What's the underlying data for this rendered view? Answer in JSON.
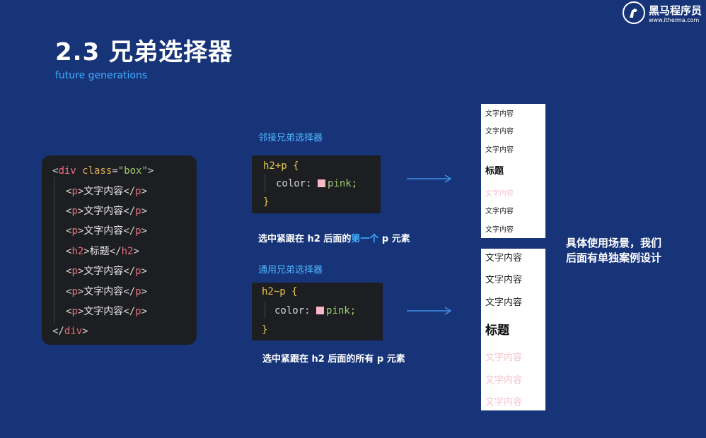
{
  "header": {
    "title": "2.3 兄弟选择器",
    "subtitle": "future generations"
  },
  "logo": {
    "name": "黑马程序员",
    "url": "www.itheima.com",
    "icon": "horse-logo-icon"
  },
  "main_code": {
    "open_tag": "div",
    "attr_name": "class",
    "attr_value": "\"box\"",
    "close_tag": "div",
    "children": [
      {
        "tag": "p",
        "text": "文字内容"
      },
      {
        "tag": "p",
        "text": "文字内容"
      },
      {
        "tag": "p",
        "text": "文字内容"
      },
      {
        "tag": "h2",
        "text": "标题"
      },
      {
        "tag": "p",
        "text": "文字内容"
      },
      {
        "tag": "p",
        "text": "文字内容"
      },
      {
        "tag": "p",
        "text": "文字内容"
      }
    ]
  },
  "adjacent": {
    "heading": "邻接兄弟选择器",
    "selector": "h2+p {",
    "property": "color:",
    "value": "pink;",
    "close": "}",
    "desc_before": "选中紧跟在 h2 后面的",
    "desc_highlight": "第一个",
    "desc_after": " p 元素",
    "swatch_color": "#f7b8c4"
  },
  "general": {
    "heading": "通用兄弟选择器",
    "selector": "h2~p {",
    "property": "color:",
    "value": "pink;",
    "close": "}",
    "desc": "选中紧跟在 h2 后面的所有 p 元素",
    "swatch_color": "#f7b8c4"
  },
  "preview_adjacent": {
    "items": [
      {
        "text": "文字内容",
        "kind": "p",
        "pink": false
      },
      {
        "text": "文字内容",
        "kind": "p",
        "pink": false
      },
      {
        "text": "文字内容",
        "kind": "p",
        "pink": false
      },
      {
        "text": "标题",
        "kind": "h2",
        "pink": false
      },
      {
        "text": "文字内容",
        "kind": "p",
        "pink": true
      },
      {
        "text": "文字内容",
        "kind": "p",
        "pink": false
      },
      {
        "text": "文字内容",
        "kind": "p",
        "pink": false
      }
    ]
  },
  "preview_general": {
    "items": [
      {
        "text": "文字内容",
        "kind": "p",
        "pink": false
      },
      {
        "text": "文字内容",
        "kind": "p",
        "pink": false
      },
      {
        "text": "文字内容",
        "kind": "p",
        "pink": false
      },
      {
        "text": "标题",
        "kind": "h2",
        "pink": false
      },
      {
        "text": "文字内容",
        "kind": "p",
        "pink": true
      },
      {
        "text": "文字内容",
        "kind": "p",
        "pink": true
      },
      {
        "text": "文字内容",
        "kind": "p",
        "pink": true
      }
    ]
  },
  "note": {
    "line1": "具体使用场景，我们",
    "line2": "后面有单独案例设计"
  },
  "colors": {
    "background": "#173479",
    "accent": "#3fb0ff",
    "pink": "#f6c3cc"
  }
}
